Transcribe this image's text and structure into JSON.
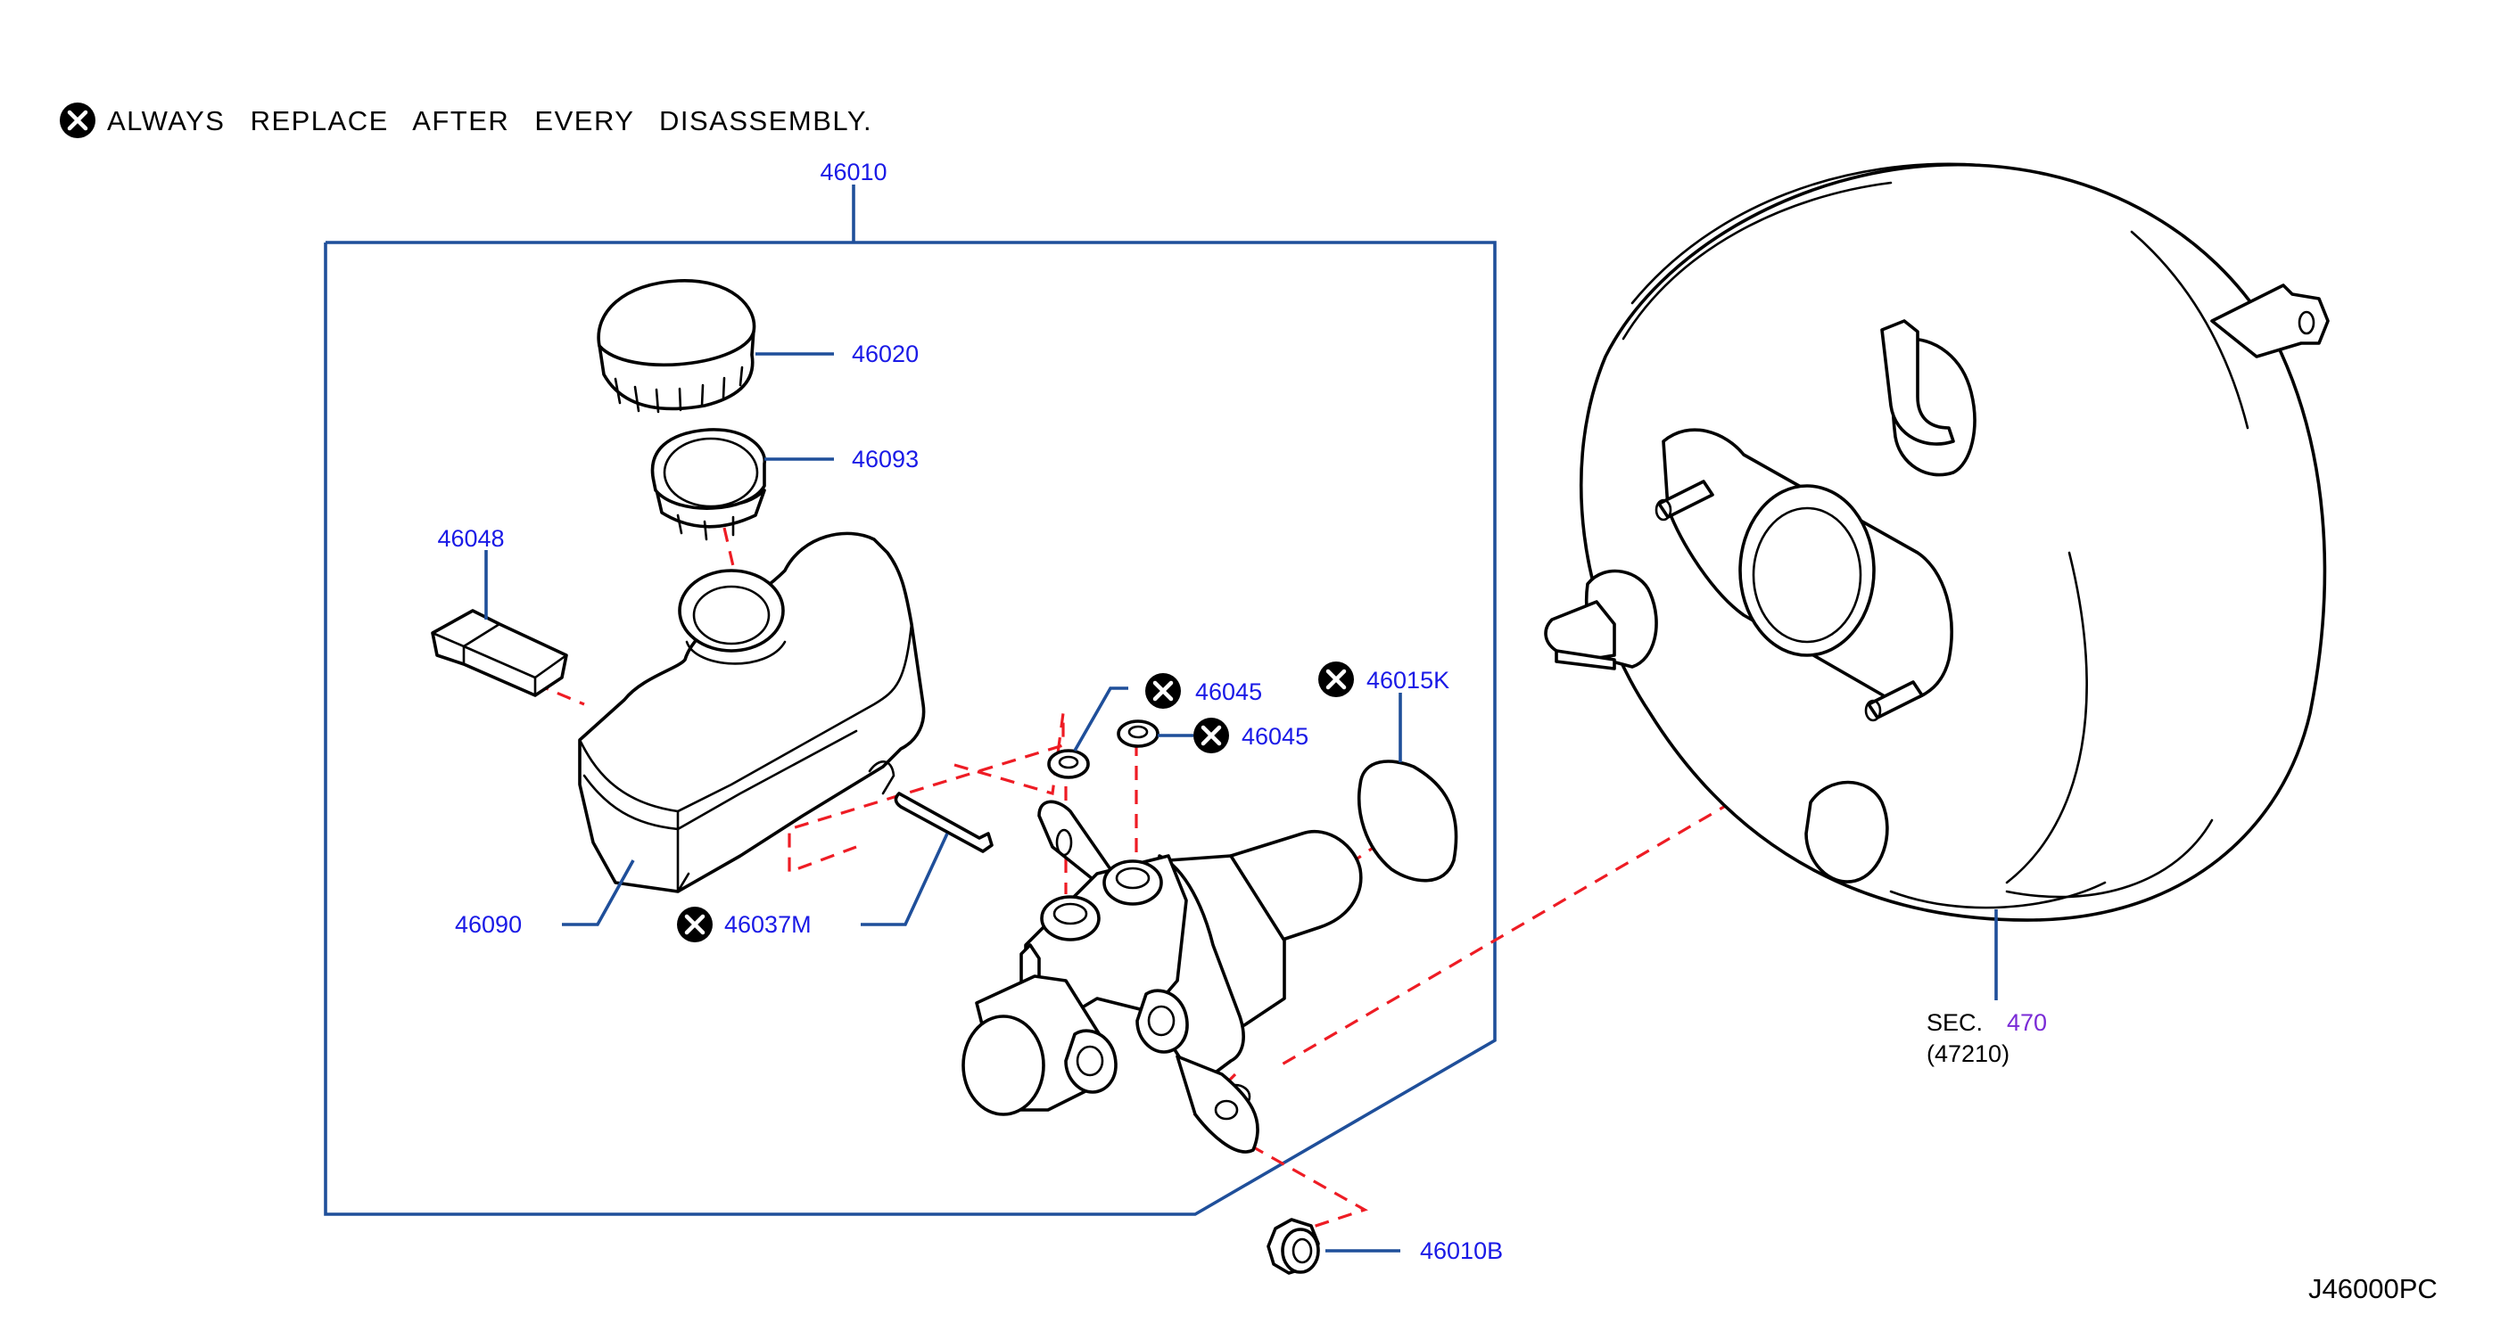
{
  "note": {
    "text": "ALWAYS  REPLACE  AFTER  EVERY  DISASSEMBLY.",
    "icon": "replace-always-icon"
  },
  "assembly": {
    "label": "46010"
  },
  "parts": {
    "cap": "46020",
    "strainer": "46093",
    "cap_seal": "46048",
    "reservoir": "46090",
    "pin": "46037M",
    "grommet_upper": "46045",
    "grommet_lower": "46045",
    "oring": "46015K",
    "nut": "46010B"
  },
  "booster": {
    "sec_prefix": "SEC.",
    "sec_number": "470",
    "part_ref": "(47210)"
  },
  "diagram_code": "J46000PC",
  "colors": {
    "label_blue": "#1a1ae6",
    "leader_blue": "#1f4f9a",
    "dash_red": "#ee1c24",
    "sec_purple": "#7a2bd6"
  }
}
